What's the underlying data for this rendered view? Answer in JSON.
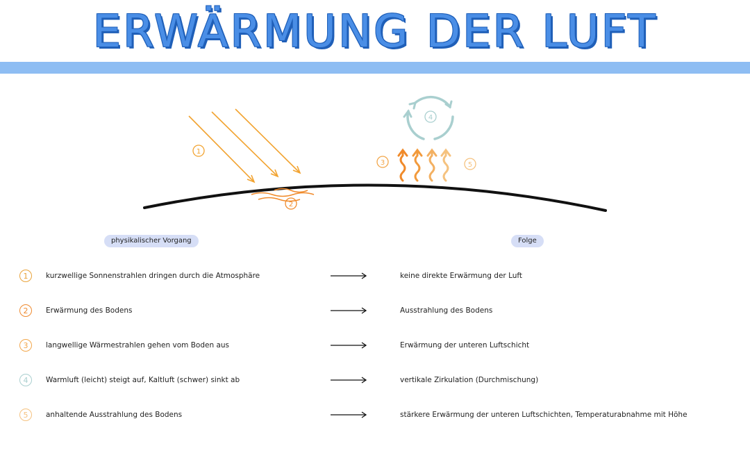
{
  "title": "ERWÄRMUNG DER LUFT",
  "diagram": {
    "labels": [
      "1",
      "2",
      "3",
      "4",
      "5"
    ]
  },
  "table": {
    "header_left": "physikalischer Vorgang",
    "header_right": "Folge",
    "rows": [
      {
        "num": "1",
        "color": "#e9a33a",
        "process": "kurzwellige Sonnenstrahlen dringen durch die Atmosphäre",
        "result": "keine direkte Erwärmung der Luft"
      },
      {
        "num": "2",
        "color": "#ef8a2f",
        "process": "Erwärmung des Bodens",
        "result": "Ausstrahlung des Bodens"
      },
      {
        "num": "3",
        "color": "#f2a64a",
        "process": "langwellige Wärmestrahlen gehen vom Boden aus",
        "result": "Erwärmung der unteren Luftschicht"
      },
      {
        "num": "4",
        "color": "#a9cfcf",
        "process": "Warmluft (leicht) steigt auf, Kaltluft (schwer) sinkt ab",
        "result": "vertikale Zirkulation (Durchmischung)"
      },
      {
        "num": "5",
        "color": "#f5c27f",
        "process": "anhaltende Ausstrahlung des Bodens",
        "result": "stärkere Erwärmung der unteren Luftschichten, Temperaturabnahme mit Höhe"
      }
    ]
  },
  "colors": {
    "title": "#4a8ee6",
    "band": "#8ebdf3",
    "sun_rays": "#f2a330",
    "ground_heat": "#f08a2a",
    "circulation": "#a9cfcf",
    "pill": "#d6def6"
  }
}
